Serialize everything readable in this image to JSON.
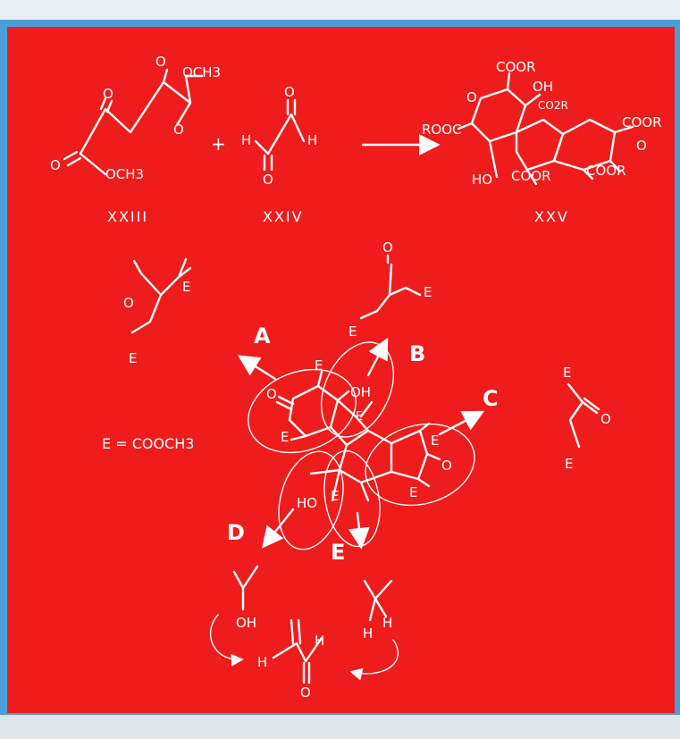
{
  "reaction": {
    "reactant1": {
      "label": "XXIII",
      "substituents": {
        "ome_top": "OCH3",
        "ome_bottom": "OCH3",
        "o_keto": "O",
        "o_ester_top": "O",
        "o_ester_bottom": "O"
      }
    },
    "plus": "+",
    "reactant2": {
      "label": "XXIV",
      "substituents": {
        "h_left": "H",
        "h_right": "H",
        "o": "O"
      }
    },
    "product": {
      "label": "XXV",
      "substituents": {
        "coor_top": "COOR",
        "oh_top": "OH",
        "co2r_small": "CO2R",
        "rooc_left": "ROOC",
        "coor_right_top": "COOR",
        "o_right": "O",
        "o_left": "O",
        "ho_bottom": "HO",
        "coor_bottom_mid": "COOR",
        "coor_bottom_right": "COOR"
      }
    }
  },
  "legend": {
    "definition": "E = COOCH3"
  },
  "retro": {
    "regions": [
      "A",
      "B",
      "C",
      "D",
      "E"
    ],
    "central_labels": {
      "o_left": "O",
      "e1": "E",
      "oh": "OH",
      "e_inner": "E",
      "e2": "E",
      "e3": "E",
      "o_right": "O",
      "e4": "E",
      "ho": "HO",
      "e5": "E"
    },
    "fragment_a": {
      "o": "O",
      "e_top": "E",
      "e_bottom": "E"
    },
    "fragment_b": {
      "o": "O",
      "e_right": "E",
      "e_bottom": "E"
    },
    "fragment_c": {
      "e_top": "E",
      "o": "O",
      "e_bottom": "E"
    },
    "fragment_d": {
      "oh": "OH"
    },
    "fragment_e": {
      "h1": "H",
      "h2": "H"
    },
    "glyoxal": {
      "h_top": "H",
      "h_left": "H",
      "o": "O"
    }
  },
  "colors": {
    "slide": "#ee1c1c",
    "border": "#4a9fd8",
    "ink": "#ffffff"
  }
}
